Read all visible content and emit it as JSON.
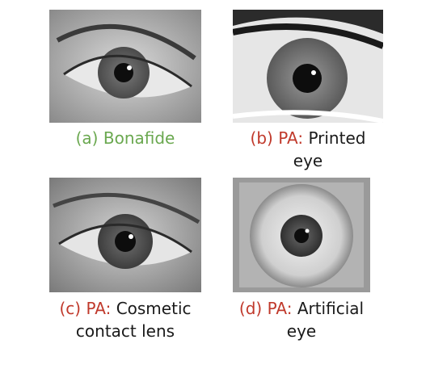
{
  "panels": [
    {
      "tag": "(a)",
      "prefix": "Bonafide",
      "text": "",
      "caption_color": "#6aa84f"
    },
    {
      "tag": "(b)",
      "prefix": "PA:",
      "text": "Printed",
      "line2": "eye",
      "caption_color": "#c0392b"
    },
    {
      "tag": "(c)",
      "prefix": "PA:",
      "text": "Cosmetic",
      "line2": "contact lens",
      "caption_color": "#c0392b"
    },
    {
      "tag": "(d)",
      "prefix": "PA:",
      "text": "Artificial",
      "line2": "eye",
      "caption_color": "#c0392b"
    }
  ]
}
